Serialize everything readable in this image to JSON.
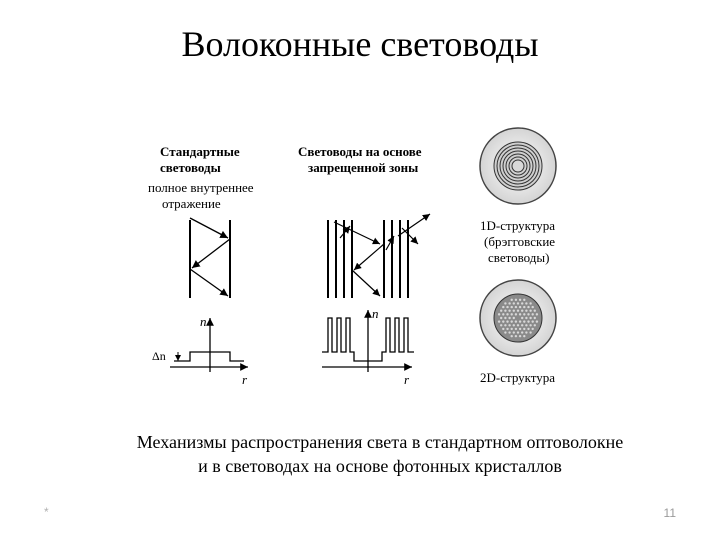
{
  "slide": {
    "title": "Волоконные световоды",
    "caption_line1": "Механизмы распространения света в стандартном оптоволокне",
    "caption_line2": "и в световодах на основе фотонных кристаллов",
    "footer_mark": "*",
    "page_number": "11"
  },
  "figure": {
    "standard": {
      "heading_line1": "Стандартные",
      "heading_line2": "световоды",
      "desc_line1": "полное внутреннее",
      "desc_line2": "отражение",
      "axis_y": "n",
      "axis_x": "r",
      "delta_label": "Δn"
    },
    "bandgap": {
      "heading_line1": "Световоды на основе",
      "heading_line2": "запрещенной зоны",
      "axis_y": "n",
      "axis_x": "r"
    },
    "structures": {
      "label_1d_line1": "1D-структура",
      "label_1d_line2": "(брэгговские",
      "label_1d_line3": "световоды)",
      "label_2d": "2D-структура"
    },
    "colors": {
      "outer_ring": "#e4e4e4",
      "core": "#8a8a8a",
      "stroke": "#000000"
    }
  }
}
